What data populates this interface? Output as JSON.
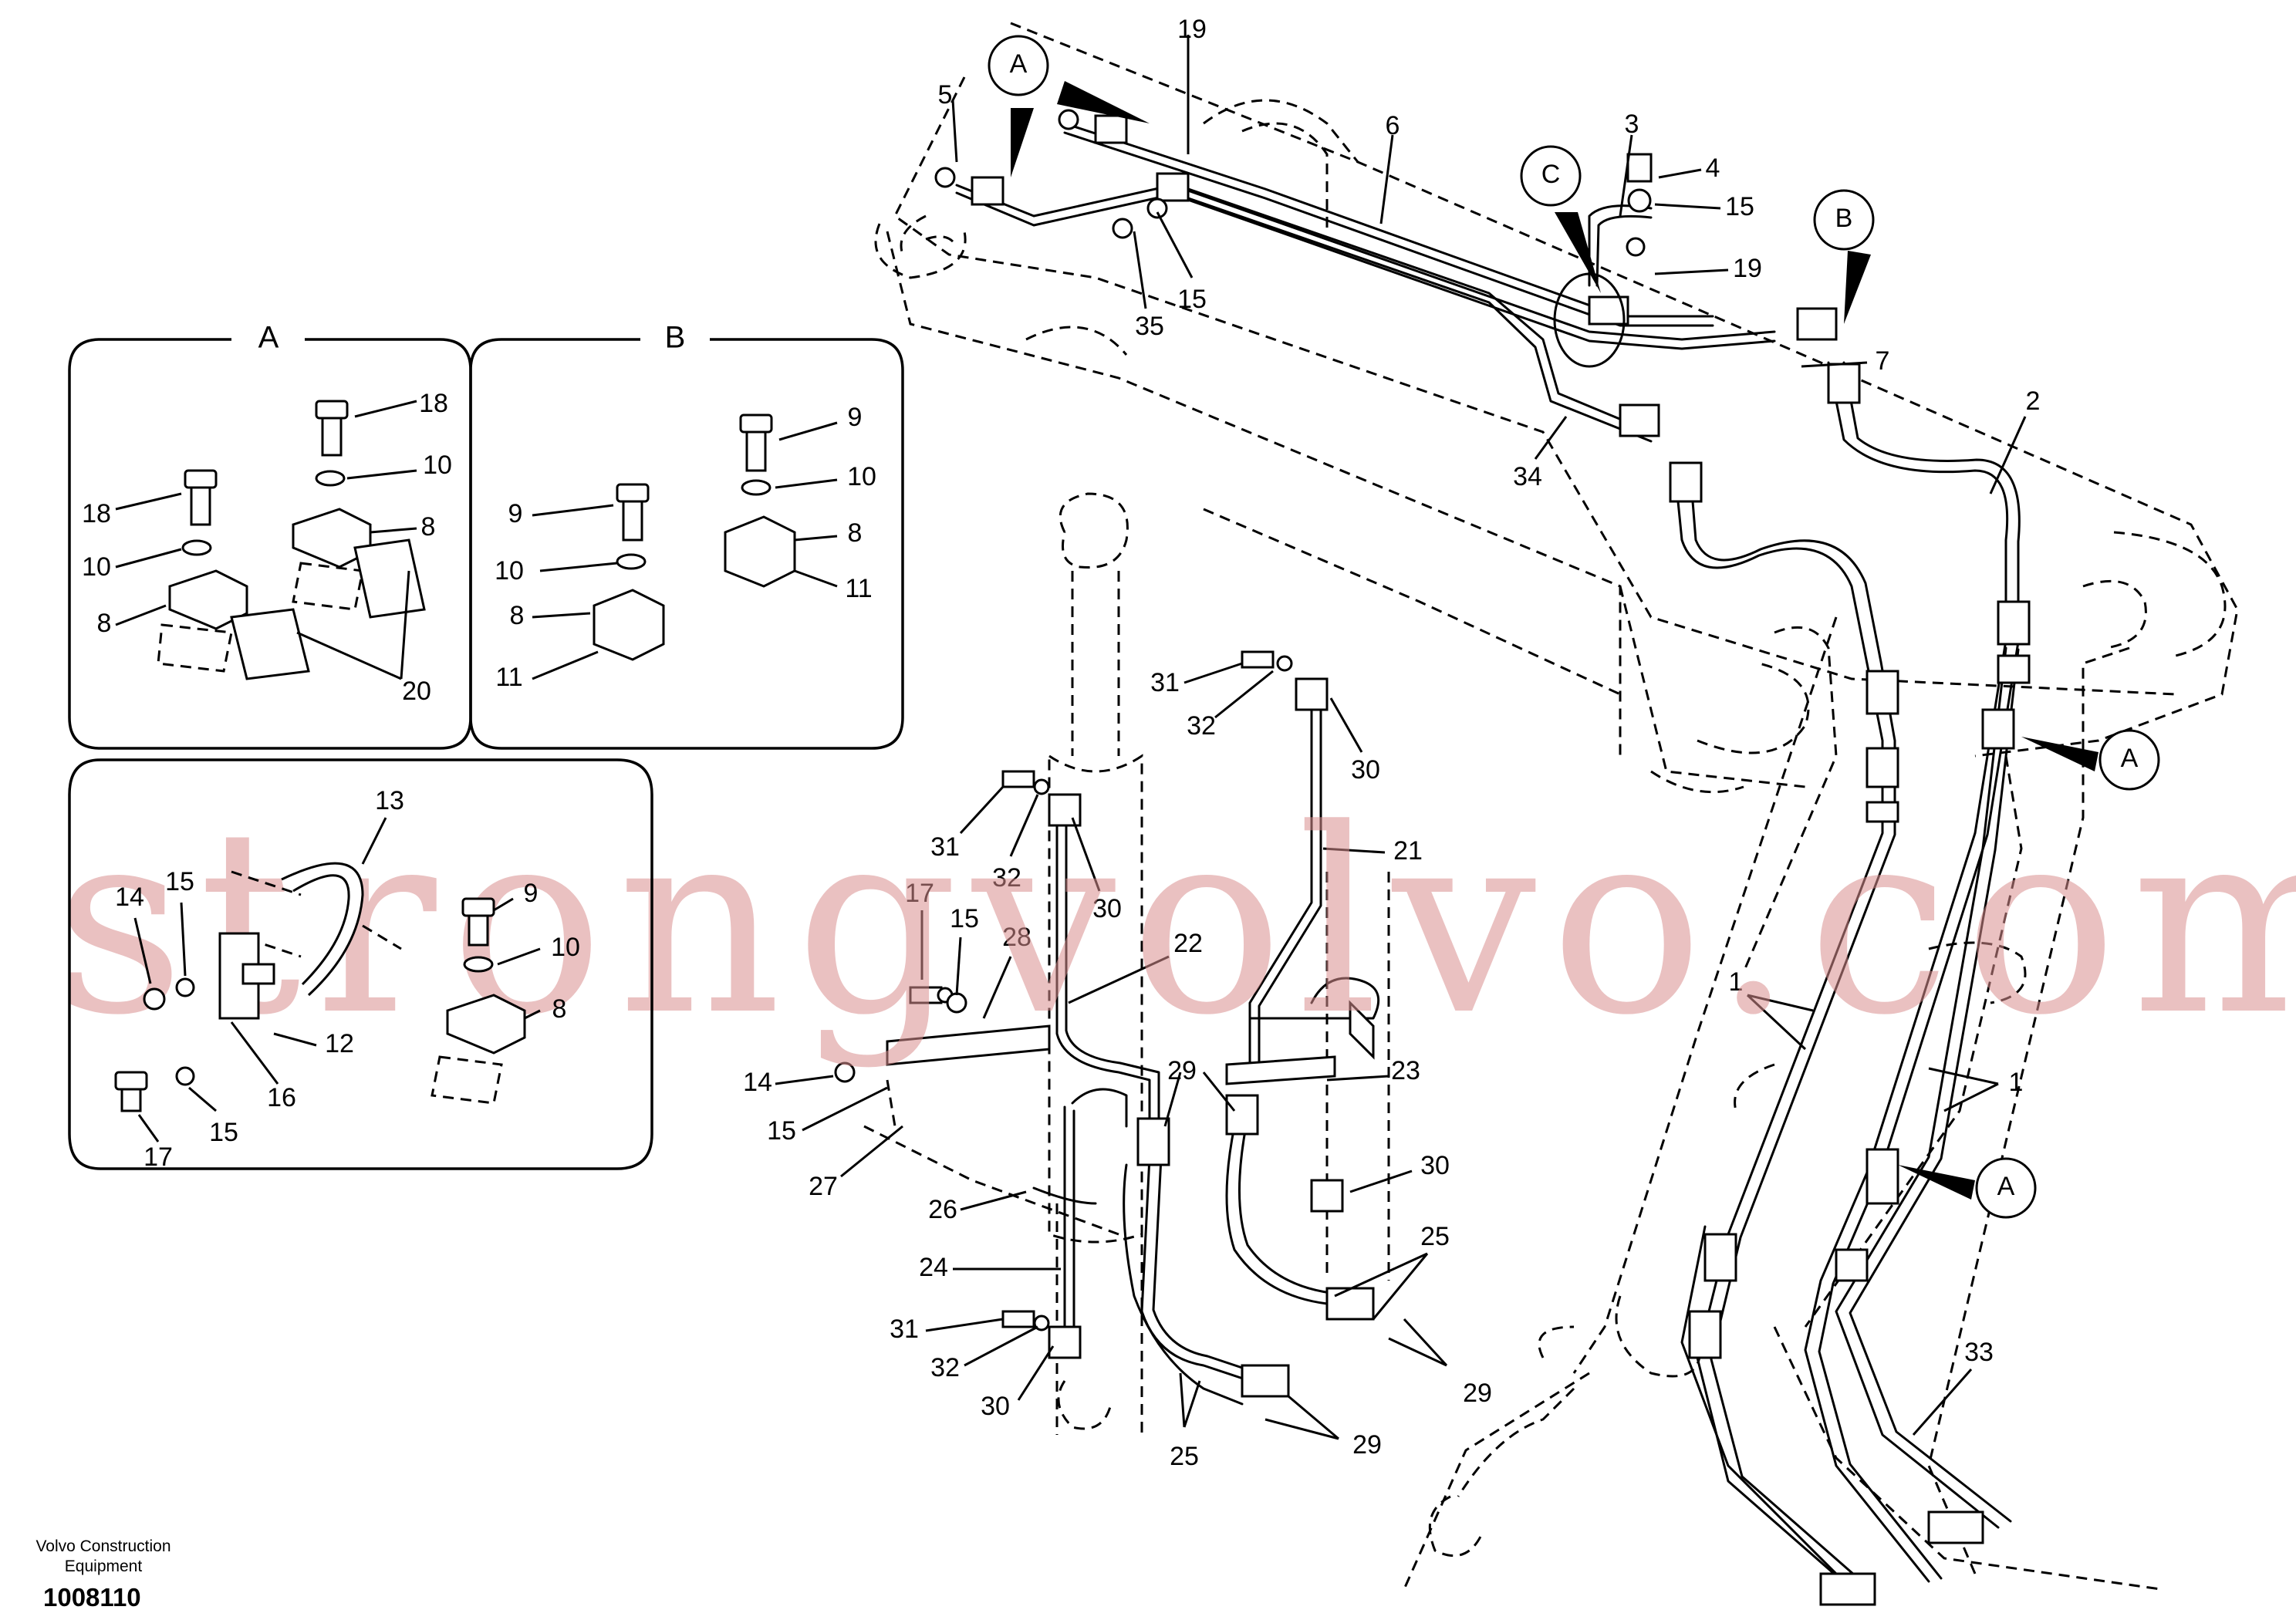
{
  "footer": {
    "brand_line1": "Volvo Construction",
    "brand_line2": "Equipment",
    "drawing_number": "1008110"
  },
  "watermark": "strongvolvo.com",
  "panels": {
    "a_title": "A",
    "b_title": "B"
  },
  "callouts": {
    "a1": "A",
    "a2": "A",
    "a3": "A",
    "b": "B",
    "c": "C"
  },
  "labels": {
    "main": [
      {
        "id": "l19a",
        "text": "19"
      },
      {
        "id": "l5",
        "text": "5"
      },
      {
        "id": "l6",
        "text": "6"
      },
      {
        "id": "l3",
        "text": "3"
      },
      {
        "id": "l4",
        "text": "4"
      },
      {
        "id": "l15a",
        "text": "15"
      },
      {
        "id": "l19b",
        "text": "19"
      },
      {
        "id": "l7",
        "text": "7"
      },
      {
        "id": "l35",
        "text": "35"
      },
      {
        "id": "l15b",
        "text": "15"
      },
      {
        "id": "l34",
        "text": "34"
      },
      {
        "id": "l2",
        "text": "2"
      },
      {
        "id": "l31a",
        "text": "31"
      },
      {
        "id": "l32a",
        "text": "32"
      },
      {
        "id": "l30a",
        "text": "30"
      },
      {
        "id": "l21",
        "text": "21"
      },
      {
        "id": "l31b",
        "text": "31"
      },
      {
        "id": "l32b",
        "text": "32"
      },
      {
        "id": "l30b",
        "text": "30"
      },
      {
        "id": "l17c",
        "text": "17"
      },
      {
        "id": "l15c",
        "text": "15"
      },
      {
        "id": "l28",
        "text": "28"
      },
      {
        "id": "l22",
        "text": "22"
      },
      {
        "id": "l14c",
        "text": "14"
      },
      {
        "id": "l15d",
        "text": "15"
      },
      {
        "id": "l27",
        "text": "27"
      },
      {
        "id": "l29a",
        "text": "29"
      },
      {
        "id": "l23",
        "text": "23"
      },
      {
        "id": "l30c",
        "text": "30"
      },
      {
        "id": "l26",
        "text": "26"
      },
      {
        "id": "l24",
        "text": "24"
      },
      {
        "id": "l25a",
        "text": "25"
      },
      {
        "id": "l29b",
        "text": "29"
      },
      {
        "id": "l31c",
        "text": "31"
      },
      {
        "id": "l32c",
        "text": "32"
      },
      {
        "id": "l30d",
        "text": "30"
      },
      {
        "id": "l25b",
        "text": "25"
      },
      {
        "id": "l29c",
        "text": "29"
      },
      {
        "id": "l1a",
        "text": "1"
      },
      {
        "id": "l1b",
        "text": "1"
      },
      {
        "id": "l33",
        "text": "33"
      }
    ],
    "panel_a": [
      {
        "id": "pa18a",
        "text": "18"
      },
      {
        "id": "pa10a",
        "text": "10"
      },
      {
        "id": "pa8a",
        "text": "8"
      },
      {
        "id": "pa18b",
        "text": "18"
      },
      {
        "id": "pa10b",
        "text": "10"
      },
      {
        "id": "pa8b",
        "text": "8"
      },
      {
        "id": "pa20",
        "text": "20"
      }
    ],
    "panel_b": [
      {
        "id": "pb9a",
        "text": "9"
      },
      {
        "id": "pb10a",
        "text": "10"
      },
      {
        "id": "pb8a",
        "text": "8"
      },
      {
        "id": "pb11a",
        "text": "11"
      },
      {
        "id": "pb9b",
        "text": "9"
      },
      {
        "id": "pb10b",
        "text": "10"
      },
      {
        "id": "pb8b",
        "text": "8"
      },
      {
        "id": "pb11b",
        "text": "11"
      }
    ],
    "panel_c": [
      {
        "id": "pc13",
        "text": "13"
      },
      {
        "id": "pc14",
        "text": "14"
      },
      {
        "id": "pc15a",
        "text": "15"
      },
      {
        "id": "pc9",
        "text": "9"
      },
      {
        "id": "pc10",
        "text": "10"
      },
      {
        "id": "pc8",
        "text": "8"
      },
      {
        "id": "pc12",
        "text": "12"
      },
      {
        "id": "pc16",
        "text": "16"
      },
      {
        "id": "pc17",
        "text": "17"
      },
      {
        "id": "pc15b",
        "text": "15"
      }
    ]
  }
}
